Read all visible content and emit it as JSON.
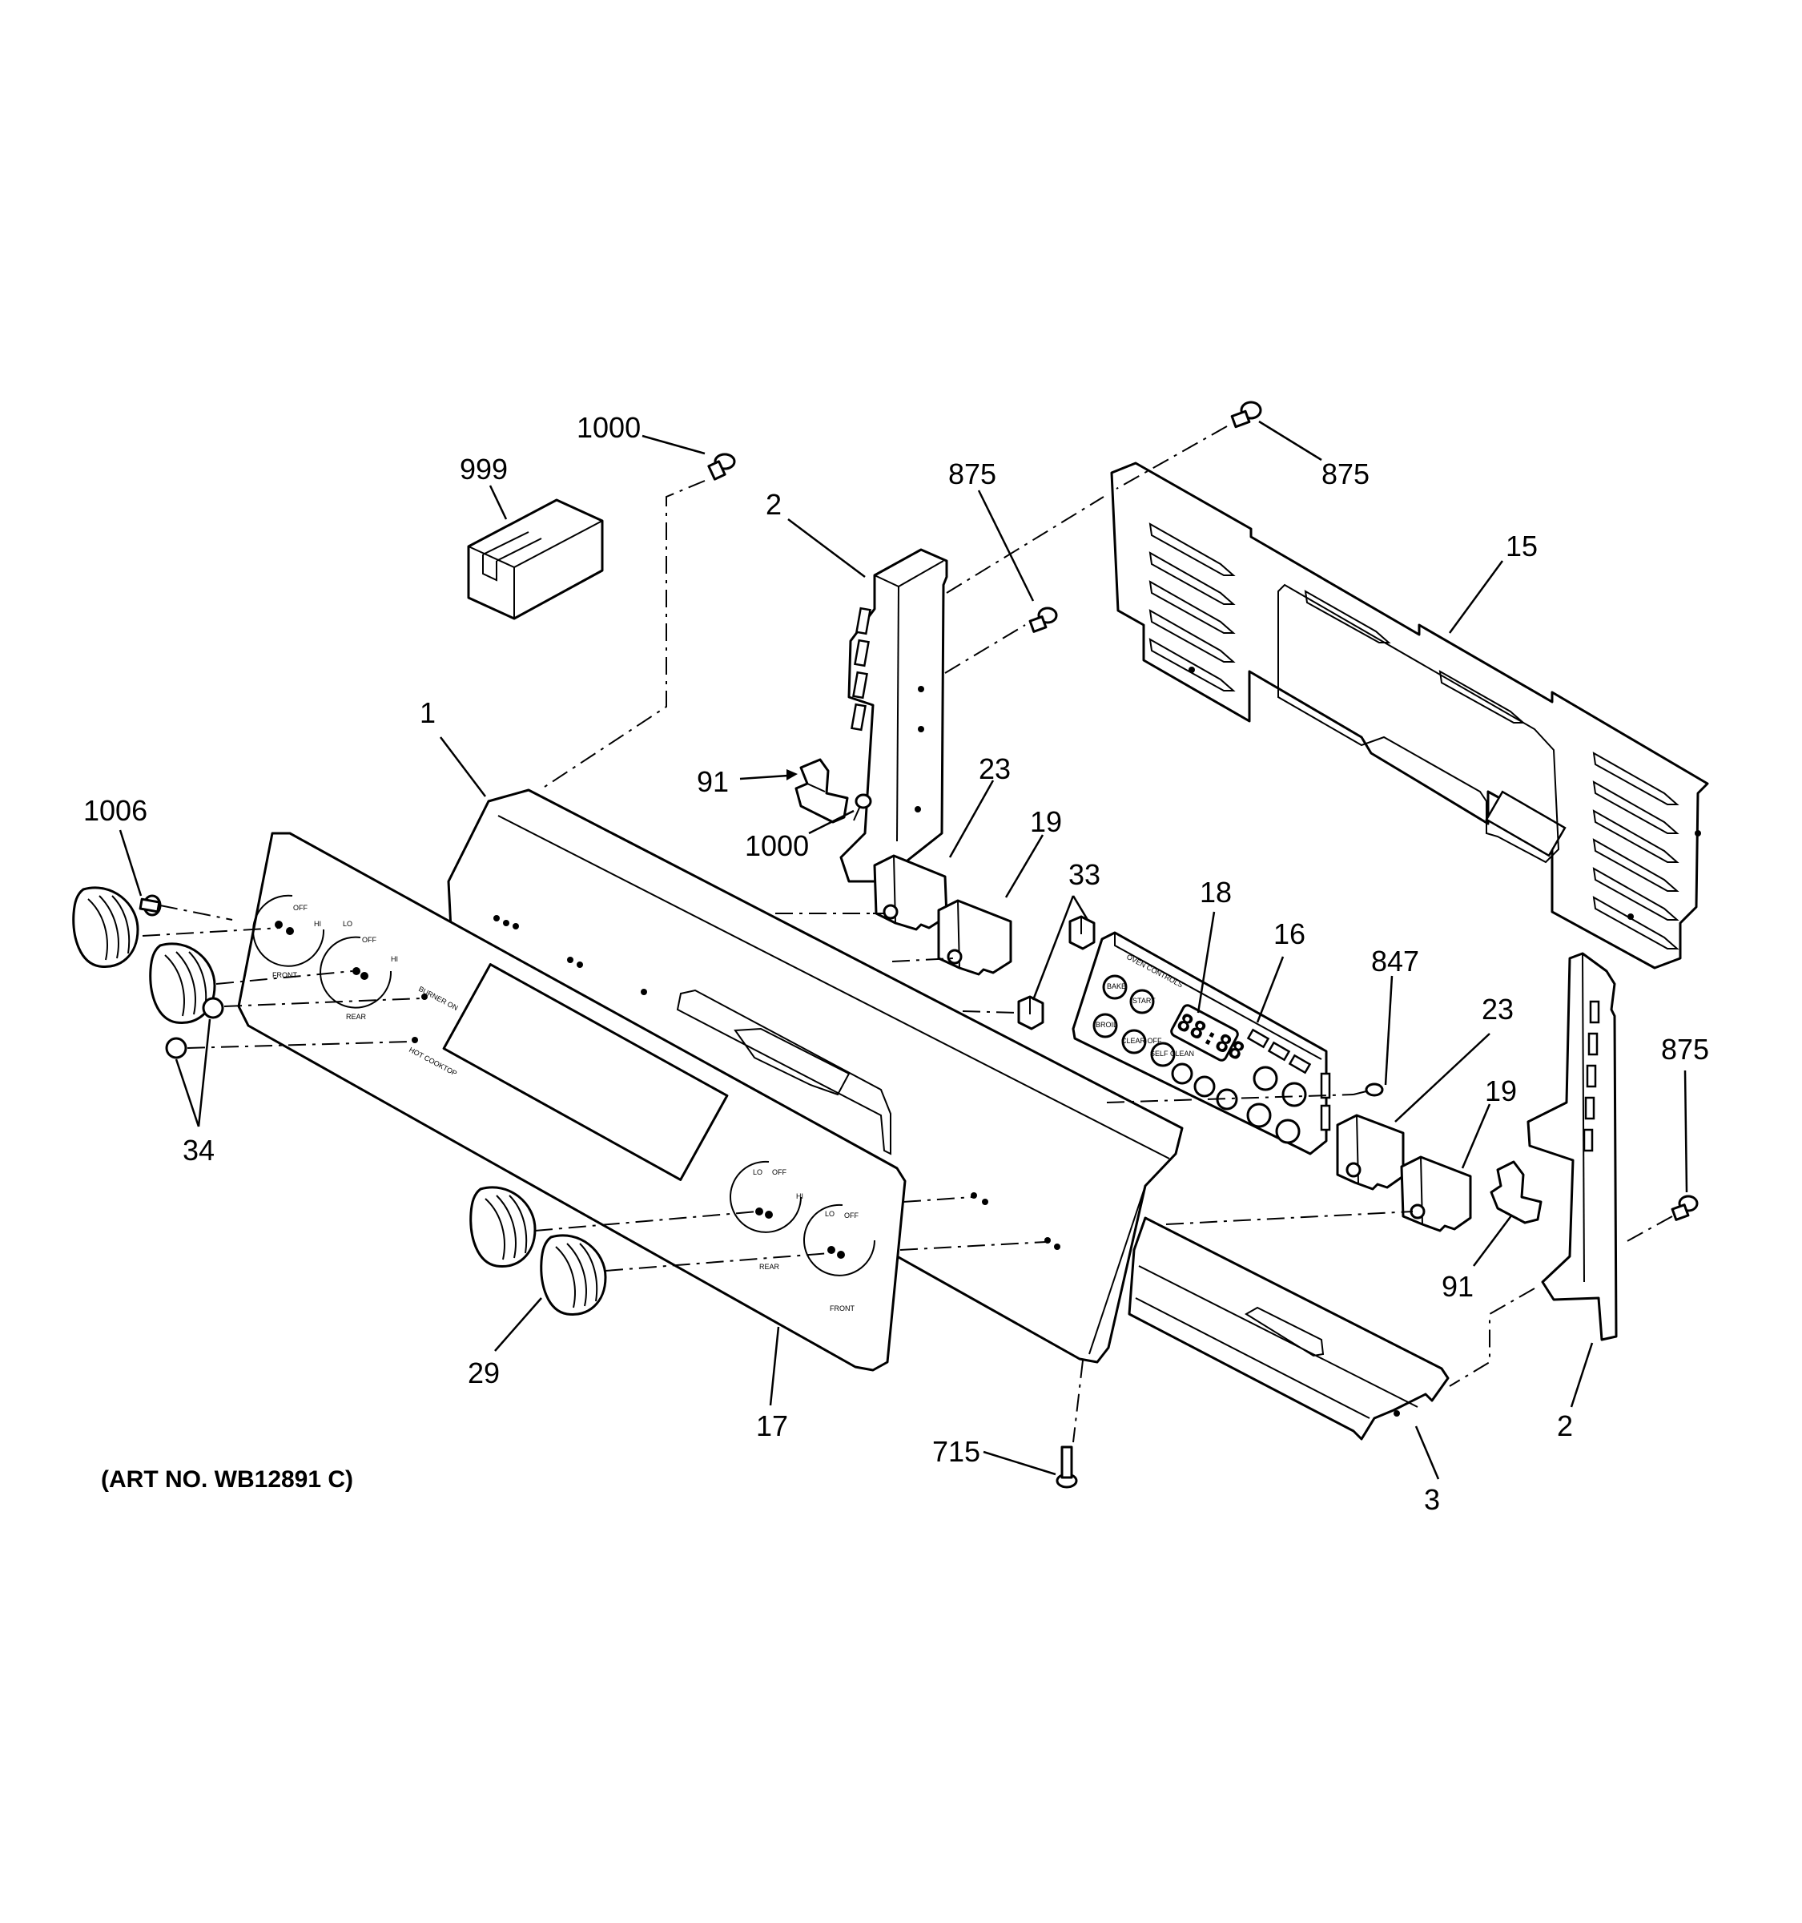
{
  "art_number": "(ART NO. WB12891 C)",
  "callouts": [
    {
      "id": "c-1000-top",
      "text": "1000"
    },
    {
      "id": "c-999",
      "text": "999"
    },
    {
      "id": "c-2-left",
      "text": "2"
    },
    {
      "id": "c-875-mid",
      "text": "875"
    },
    {
      "id": "c-875-top",
      "text": "875"
    },
    {
      "id": "c-15",
      "text": "15"
    },
    {
      "id": "c-1",
      "text": "1"
    },
    {
      "id": "c-91-left",
      "text": "91"
    },
    {
      "id": "c-1000-mid",
      "text": "1000"
    },
    {
      "id": "c-23-left",
      "text": "23"
    },
    {
      "id": "c-19-left",
      "text": "19"
    },
    {
      "id": "c-33",
      "text": "33"
    },
    {
      "id": "c-18",
      "text": "18"
    },
    {
      "id": "c-16",
      "text": "16"
    },
    {
      "id": "c-847",
      "text": "847"
    },
    {
      "id": "c-23-right",
      "text": "23"
    },
    {
      "id": "c-19-right",
      "text": "19"
    },
    {
      "id": "c-875-right",
      "text": "875"
    },
    {
      "id": "c-1006",
      "text": "1006"
    },
    {
      "id": "c-34",
      "text": "34"
    },
    {
      "id": "c-91-right",
      "text": "91"
    },
    {
      "id": "c-29",
      "text": "29"
    },
    {
      "id": "c-17",
      "text": "17"
    },
    {
      "id": "c-715",
      "text": "715"
    },
    {
      "id": "c-2-right",
      "text": "2"
    },
    {
      "id": "c-3",
      "text": "3"
    }
  ],
  "panel_labels": {
    "off": "OFF",
    "lo": "LO",
    "hi": "HI",
    "front": "FRONT",
    "rear": "REAR",
    "burner_on": "BURNER ON",
    "hot_cooktop": "HOT COOKTOP",
    "oven_controls": "OVEN CONTROLS",
    "bake": "BAKE",
    "broil": "BROIL",
    "start": "START",
    "clear_off": "CLEAR OFF",
    "self_clean": "SELF CLEAN",
    "display": "88:88"
  }
}
